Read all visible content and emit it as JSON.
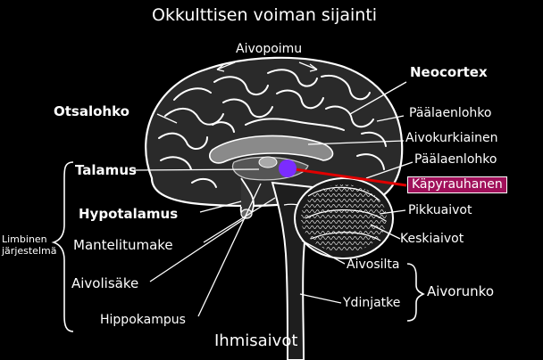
{
  "title": "Okkulttisen voiman sijainti",
  "footer": "Ihmisaivot",
  "labels": {
    "aivopoimu": "Aivopoimu",
    "neocortex": "Neocortex",
    "otsalohko": "Otsalohko",
    "paalaenlohko_1": "Päälaenlohko",
    "aivokurkiainen": "Aivokurkiainen",
    "paalaenlohko_2": "Päälaenlohko",
    "talamus": "Talamus",
    "kapyrauhanen": "Käpyrauhanen",
    "hypotalamus": "Hypotalamus",
    "pikkuaivot": "Pikkuaivot",
    "limbinen_1": "Limbinen",
    "limbinen_2": "järjestelmä",
    "mantelitumake": "Mantelitumake",
    "keskiaivot": "Keskiaivot",
    "aivosilta": "Aivosilta",
    "aivolisake": "Aivolisäke",
    "aivorunko": "Aivorunko",
    "ydinjatke": "Ydinjatke",
    "hippokampus": "Hippokampus"
  },
  "colors": {
    "background": "#000000",
    "pineal_dot": "#7b2cff",
    "pointer_line": "#e00000",
    "highlight_bg": "#a0105a"
  },
  "icons": {
    "pineal": "purple-dot-icon"
  }
}
